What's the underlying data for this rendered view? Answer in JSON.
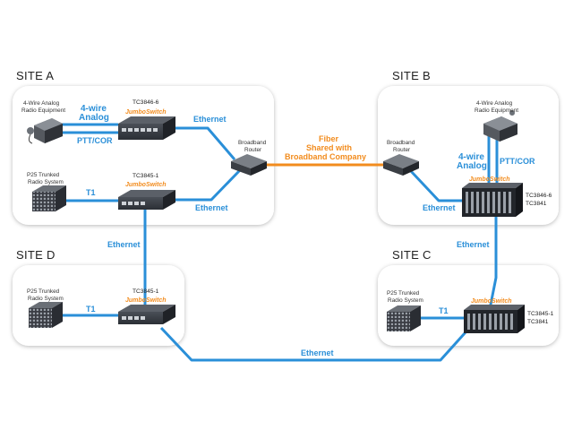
{
  "sites": {
    "a": "SITE A",
    "b": "SITE B",
    "c": "SITE C",
    "d": "SITE D"
  },
  "devices": {
    "a_radio_line1": "4-Wire Analog",
    "a_radio_line2": "Radio Equipment",
    "a_p25_line1": "P25 Trunked",
    "a_p25_line2": "Radio System",
    "a_switch1_model": "TC3846-6",
    "a_switch2_model": "TC3845-1",
    "a_router_line1": "Broadband",
    "a_router_line2": "Router",
    "b_router_line1": "Broadband",
    "b_router_line2": "Router",
    "b_radio_line1": "4-Wire Analog",
    "b_radio_line2": "Radio Equipment",
    "b_chassis_model1": "TC3846-6",
    "b_chassis_model2": "TC3841",
    "c_p25_line1": "P25 Trunked",
    "c_p25_line2": "Radio System",
    "c_chassis_model1": "TC3845-1",
    "c_chassis_model2": "TC3841",
    "d_p25_line1": "P25 Trunked",
    "d_p25_line2": "Radio System",
    "d_switch_model": "TC3845-1",
    "brand": "JumboSwitch"
  },
  "links": {
    "four_wire_line1": "4-wire",
    "four_wire_line2": "Analog",
    "ptt_cor": "PTT/COR",
    "t1": "T1",
    "ethernet": "Ethernet",
    "fiber_line1": "Fiber",
    "fiber_line2": "Shared with",
    "fiber_line3": "Broadband Company"
  },
  "colors": {
    "ethernet": "#2a8fd8",
    "fiber": "#f28c1e",
    "brand": "#f28c1e"
  }
}
